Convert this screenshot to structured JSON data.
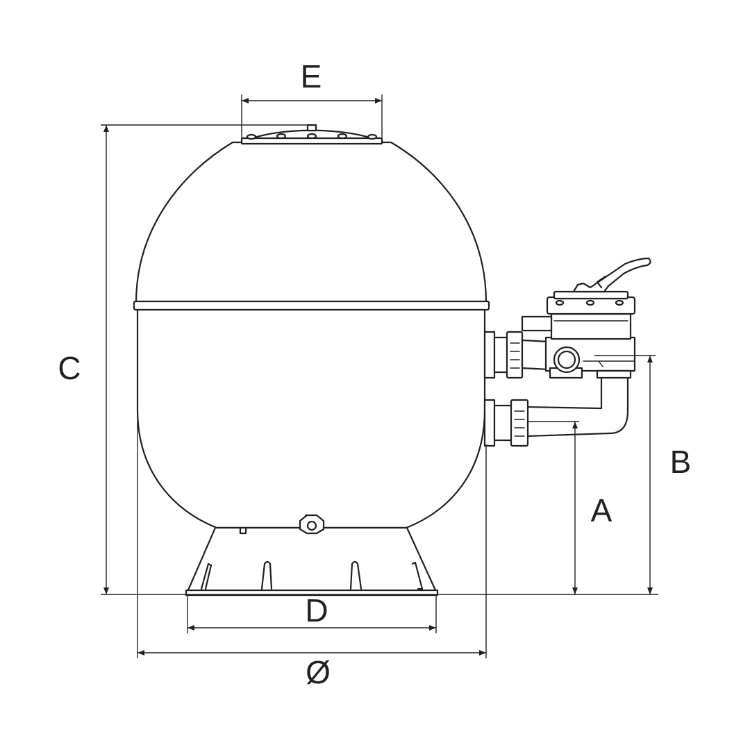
{
  "diagram": {
    "dimension_labels": {
      "top_opening_width": "E",
      "total_height": "C",
      "upper_connection_height": "B",
      "lower_connection_height": "A",
      "base_width": "D",
      "diameter": "Ø"
    },
    "line_color": "#231f20",
    "background_color": "#ffffff"
  }
}
